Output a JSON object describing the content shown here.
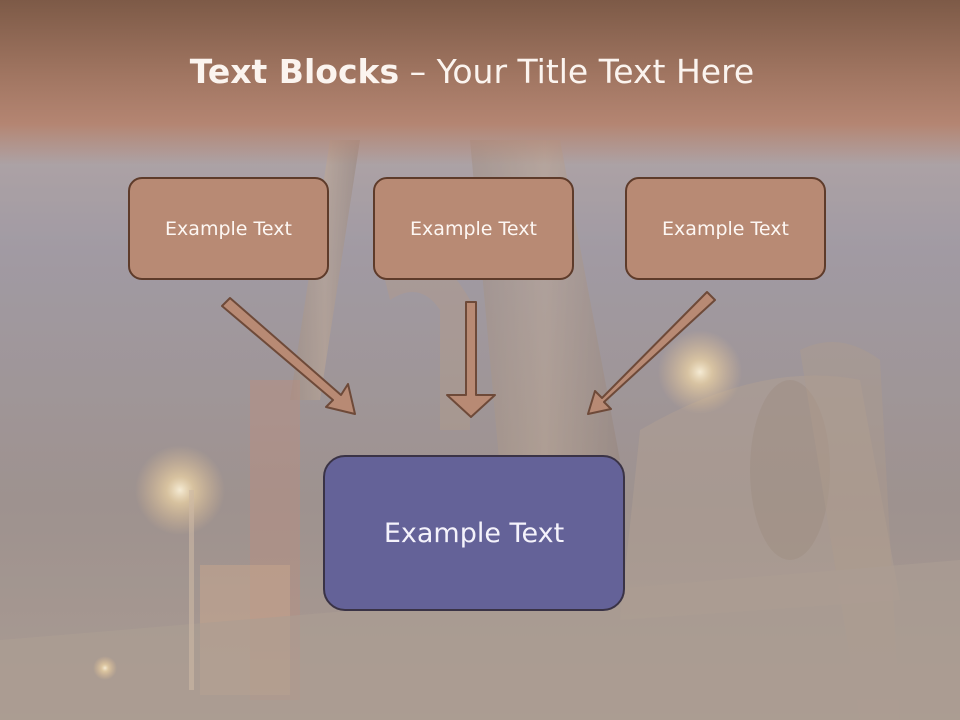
{
  "slide": {
    "title_bold": "Text Blocks",
    "title_dash": " – ",
    "title_rest": "Your Title Text Here"
  },
  "blocks": [
    {
      "text": "Example Text"
    },
    {
      "text": "Example Text"
    },
    {
      "text": "Example Text"
    }
  ],
  "main_block": {
    "text": "Example Text"
  },
  "colors": {
    "title_band": "#a07561",
    "block_fill": "#b88a74",
    "block_border": "#5e3b2a",
    "main_fill": "#646298",
    "main_border": "#3a3346",
    "arrow_fill": "#b88a74",
    "arrow_stroke": "#6e4a39"
  }
}
